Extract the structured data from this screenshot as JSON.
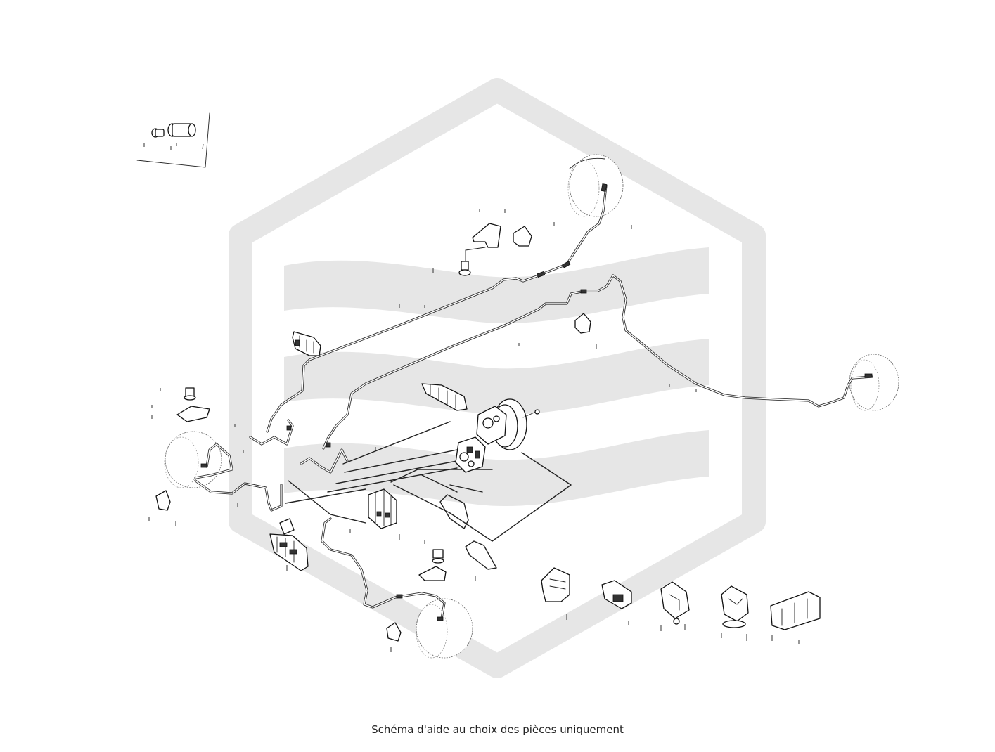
{
  "figure": {
    "caption": "Schéma d'aide au choix des pièces uniquement",
    "watermark_color": "#e6e6e6",
    "line_color": "#222222",
    "components": [
      "bolt-sleeve-detail",
      "master-cylinder-booster",
      "abs-modulator-block",
      "brake-pipe-network",
      "front-left-wheel",
      "front-right-wheel",
      "rear-left-wheel",
      "rear-right-wheel",
      "pipe-clips",
      "mounting-brackets",
      "brake-hoses"
    ]
  }
}
